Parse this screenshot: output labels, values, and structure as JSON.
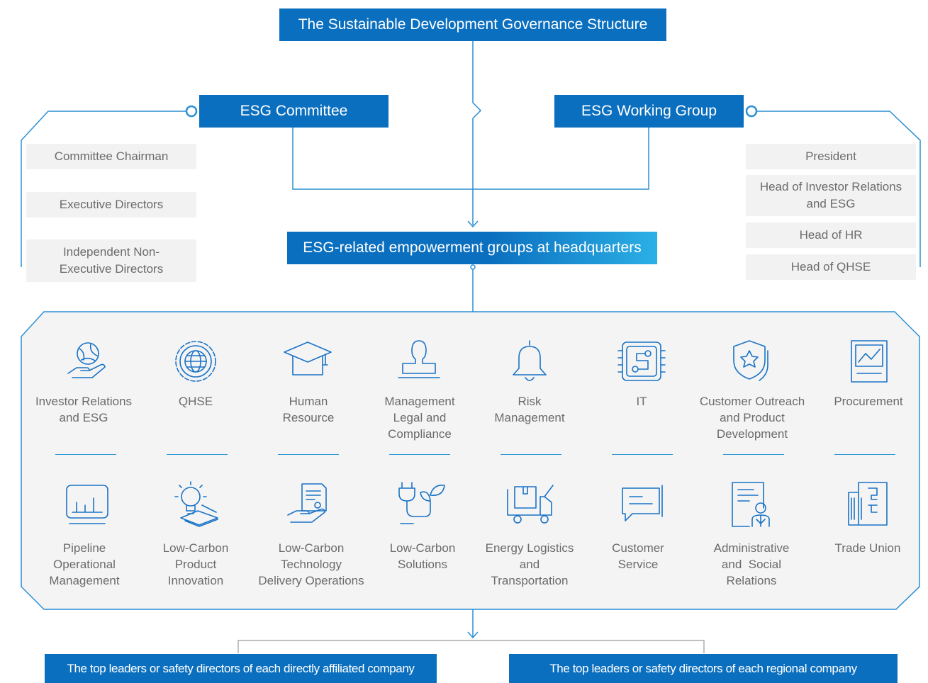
{
  "title": "The Sustainable Development Governance Structure",
  "esg_committee": {
    "label": "ESG Committee",
    "members": [
      "Committee Chairman",
      "Executive Directors",
      "Independent Non-\nExecutive Directors"
    ]
  },
  "esg_working_group": {
    "label": "ESG Working Group",
    "members": [
      "President",
      "Head of Investor Relations\nand ESG",
      "Head of HR",
      "Head of QHSE"
    ]
  },
  "hq_groups_label": "ESG-related empowerment groups at headquarters",
  "groups_row1": [
    {
      "label": "Investor Relations\nand ESG",
      "icon": "hand-globe-icon"
    },
    {
      "label": "QHSE",
      "icon": "gear-globe-icon"
    },
    {
      "label": "Human\nResource",
      "icon": "graduation-cap-icon"
    },
    {
      "label": "Management\nLegal and\nCompliance",
      "icon": "person-stamp-icon"
    },
    {
      "label": "Risk\nManagement",
      "icon": "bell-icon"
    },
    {
      "label": "IT",
      "icon": "circuit-chip-icon"
    },
    {
      "label": "Customer Outreach\nand Product\nDevelopment",
      "icon": "star-shield-icon"
    },
    {
      "label": "Procurement",
      "icon": "clipboard-chart-icon"
    }
  ],
  "groups_row2": [
    {
      "label": "Pipeline\nOperational\nManagement",
      "icon": "monitor-bars-icon"
    },
    {
      "label": "Low-Carbon\nProduct\nInnovation",
      "icon": "lightbulb-layers-icon"
    },
    {
      "label": "Low-Carbon\nTechnology\nDelivery Operations",
      "icon": "hand-document-icon"
    },
    {
      "label": "Low-Carbon\nSolutions",
      "icon": "plug-leaf-icon"
    },
    {
      "label": "Energy Logistics\nand\nTransportation",
      "icon": "truck-icon"
    },
    {
      "label": "Customer\nService",
      "icon": "chat-bubble-icon"
    },
    {
      "label": "Administrative\nand  Social\nRelations",
      "icon": "profile-card-icon"
    },
    {
      "label": "Trade Union",
      "icon": "building-icon"
    }
  ],
  "bottom_left": "The top leaders or safety directors of each directly affiliated company",
  "bottom_right": "The top leaders or safety directors of each regional company",
  "colors": {
    "primary": "#0b6fbf",
    "line": "#2a8fd4",
    "gray_box": "#f2f2f2",
    "gradient_end": "#2bb0e6"
  }
}
